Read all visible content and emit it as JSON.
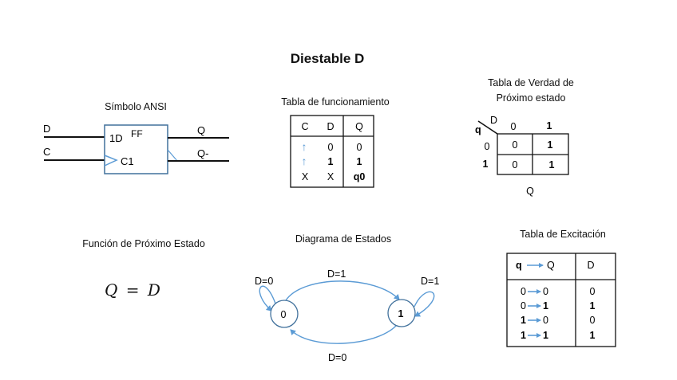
{
  "page_title": "Diestable D",
  "colors": {
    "accent": "#5b9bd5",
    "box": "#41719c",
    "line": "#111111"
  },
  "ansi": {
    "title": "Símbolo ANSI",
    "in_d": "D",
    "in_c": "C",
    "pin_1d": "1D",
    "pin_c1": "C1",
    "block": "FF",
    "out_q": "Q",
    "out_qn": "Q-"
  },
  "func_table": {
    "title": "Tabla de funcionamiento",
    "headers": [
      "C",
      "D",
      "Q"
    ],
    "rows": [
      {
        "c": "↑",
        "d": "0",
        "q": "0"
      },
      {
        "c": "↑",
        "d": "1",
        "q": "1"
      },
      {
        "c": "X",
        "d": "X",
        "q": "q0"
      }
    ]
  },
  "truth_map": {
    "title_line1": "Tabla de Verdad de",
    "title_line2": "Próximo estado",
    "col_var": "D",
    "row_var": "q",
    "col_heads": [
      "0",
      "1"
    ],
    "row_heads": [
      "0",
      "1"
    ],
    "cells": [
      [
        "0",
        "1"
      ],
      [
        "0",
        "1"
      ]
    ],
    "output_label": "Q"
  },
  "next_state": {
    "title": "Función de Próximo Estado",
    "equation_lhs": "Q",
    "equation_op": "=",
    "equation_rhs": "D"
  },
  "state_diagram": {
    "title": "Diagrama de Estados",
    "states": [
      "0",
      "1"
    ],
    "labels": {
      "self0": "D=0",
      "to1": "D=1",
      "self1": "D=1",
      "to0": "D=0"
    }
  },
  "excitation": {
    "title": "Tabla de Excitación",
    "header_from": "q",
    "header_to": "Q",
    "header_d": "D",
    "rows": [
      {
        "q": "0",
        "Q": "0",
        "d": "0"
      },
      {
        "q": "0",
        "Q": "1",
        "d": "1"
      },
      {
        "q": "1",
        "Q": "0",
        "d": "0"
      },
      {
        "q": "1",
        "Q": "1",
        "d": "1"
      }
    ]
  }
}
